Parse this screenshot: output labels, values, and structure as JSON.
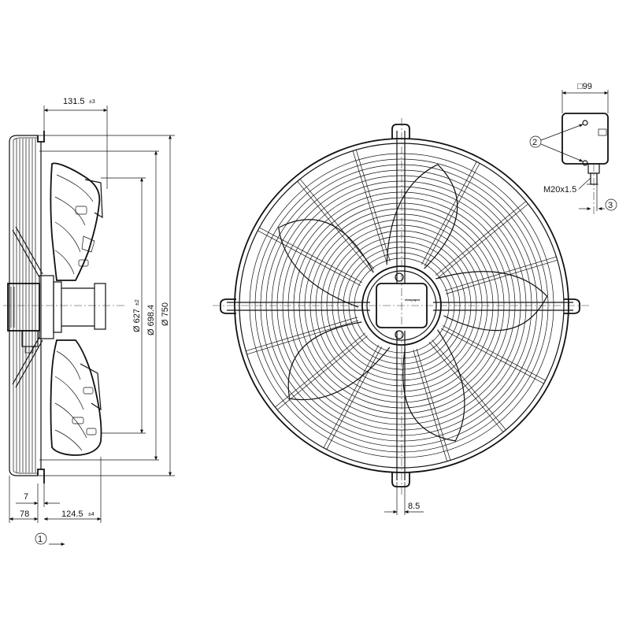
{
  "dimensions": {
    "top_width": "131.5",
    "top_width_tol": "±3",
    "dia_627": "Ø 627",
    "dia_627_tol": "±2",
    "dia_698": "Ø 698.4",
    "dia_750": "Ø 750",
    "flange_7": "7",
    "depth_78": "78",
    "depth_124": "124.5",
    "depth_124_tol": "±4",
    "foot_8_5": "8.5",
    "box_99": "□99",
    "thread": "M20x1.5",
    "gland_3": "3"
  },
  "callouts": {
    "c1": "1",
    "c2": "2",
    "c3": "3"
  },
  "labels": {
    "hub_logo": "ebmpapst"
  }
}
